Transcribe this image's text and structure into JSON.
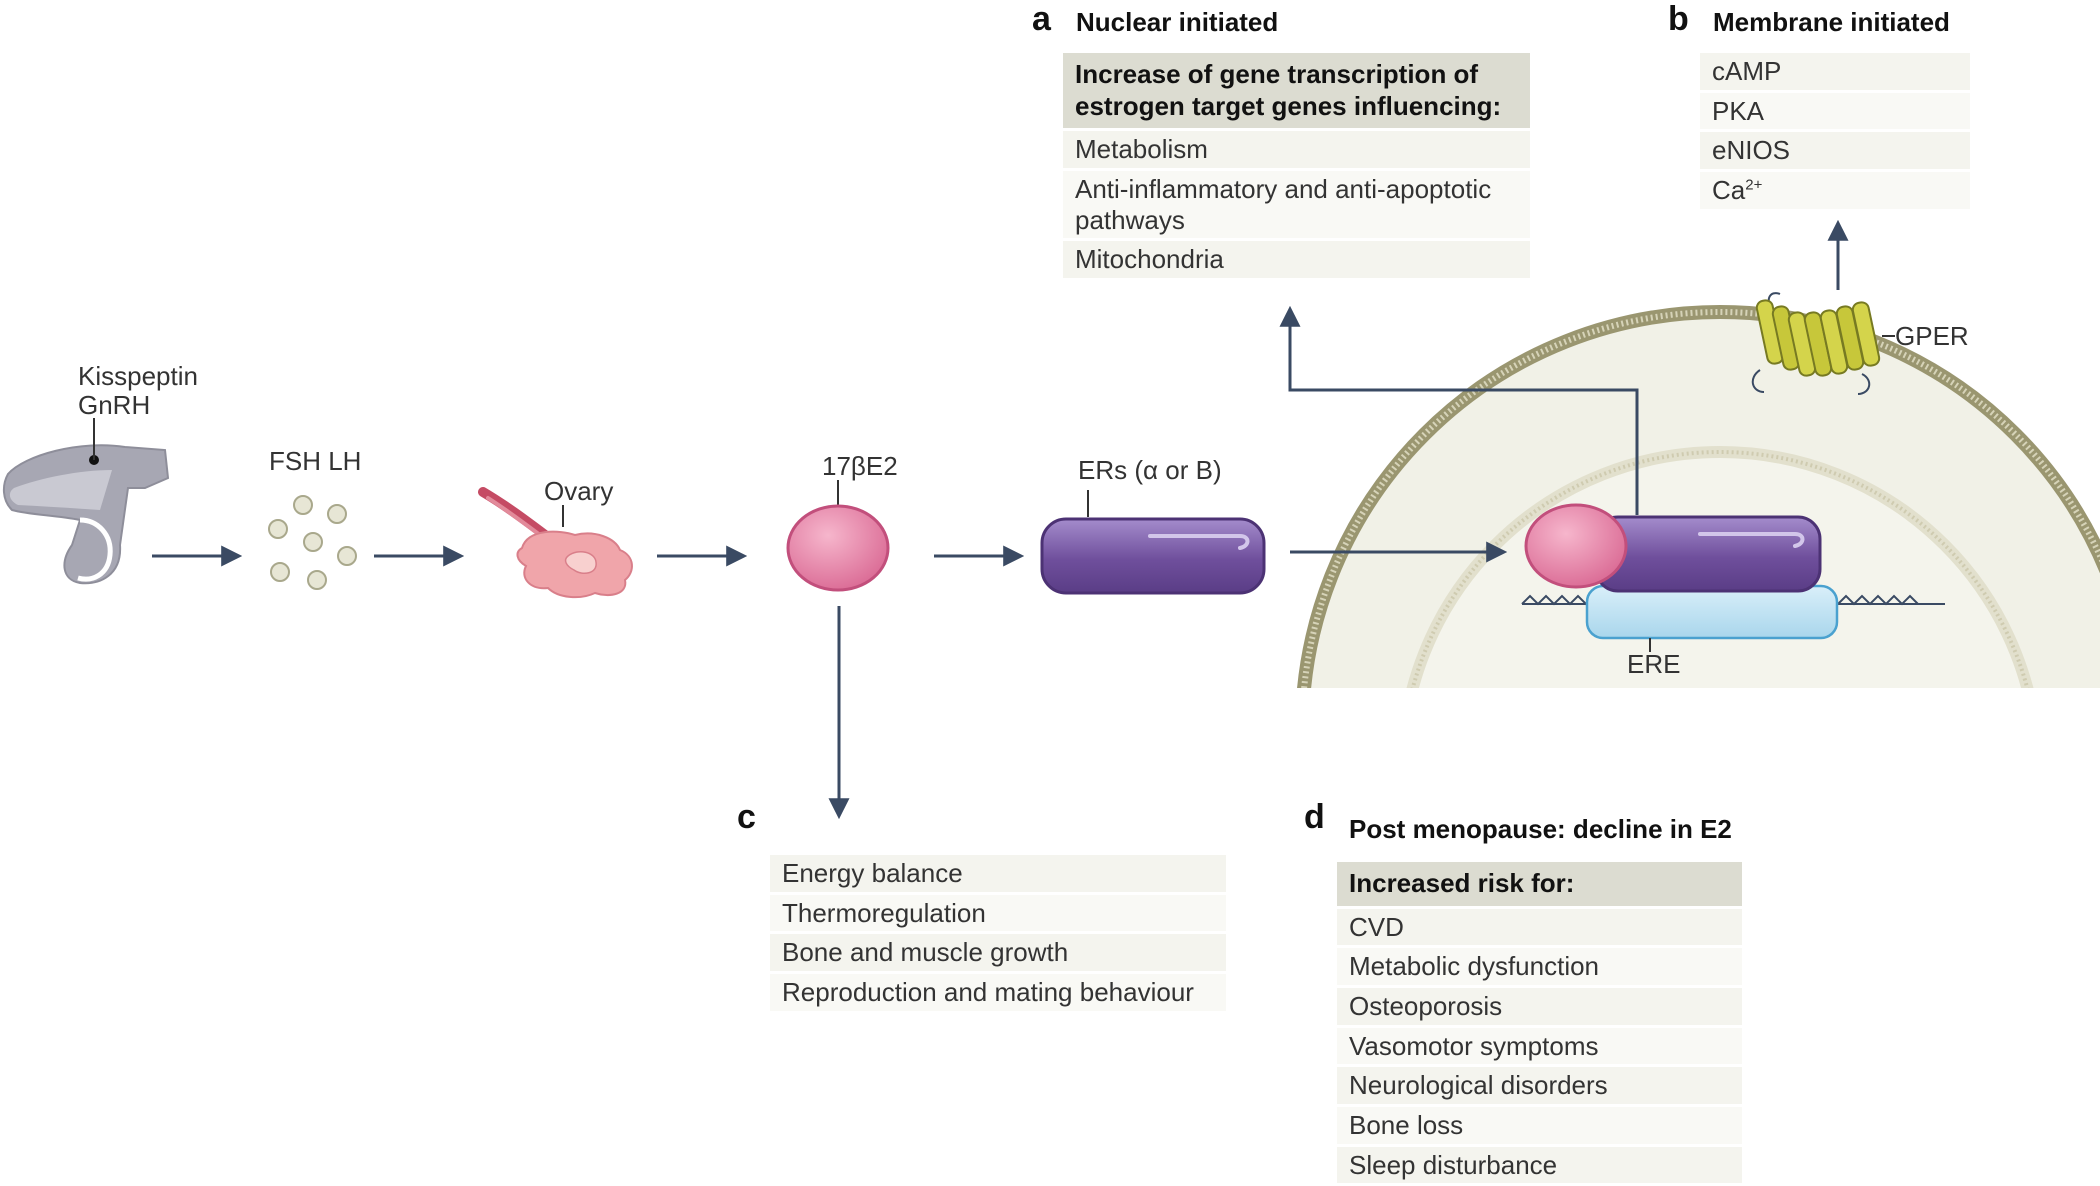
{
  "labels": {
    "kisspeptin": "Kisspeptin",
    "gnrh": "GnRH",
    "fsh_lh": "FSH LH",
    "ovary": "Ovary",
    "e2": "17βE2",
    "ers": "ERs (α or B)",
    "ere": "ERE",
    "gper": "GPER"
  },
  "panel_a": {
    "letter": "a",
    "title": "Nuclear initiated",
    "header": "Increase of gene transcription of estrogen target genes influencing:",
    "items": [
      "Metabolism",
      "Anti-inflammatory and anti-apoptotic pathways",
      "Mitochondria"
    ]
  },
  "panel_b": {
    "letter": "b",
    "title": "Membrane initiated",
    "items": [
      "cAMP",
      "PKA",
      "eNIOS",
      "Ca"
    ],
    "ca_superscript": "2+"
  },
  "panel_c": {
    "letter": "c",
    "items": [
      "Energy balance",
      "Thermoregulation",
      "Bone and muscle growth",
      "Reproduction and mating behaviour"
    ]
  },
  "panel_d": {
    "letter": "d",
    "title": "Post menopause: decline in E2",
    "header": "Increased risk for:",
    "items": [
      "CVD",
      "Metabolic dysfunction",
      "Osteoporosis",
      "Vasomotor symptoms",
      "Neurological disorders",
      "Bone loss",
      "Sleep disturbance"
    ]
  },
  "colors": {
    "arrow": "#3a4a63",
    "estradiol": "#e27aa0",
    "receptor": "#6f4f9c",
    "ere": "#bfe2f3",
    "membrane": "#9a9670",
    "gper": "#c7c73a",
    "ovary": "#ee9aa0",
    "box_header": "#dcdcd1"
  },
  "icons": [
    "hypothalamus-pituitary-icon",
    "hormone-particles-icon",
    "ovary-icon",
    "gper-receptor-icon"
  ]
}
